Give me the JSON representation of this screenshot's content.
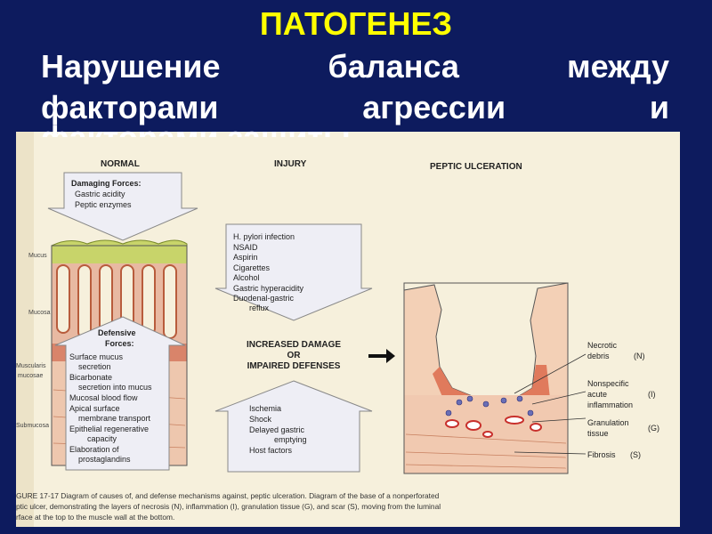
{
  "slide": {
    "title": "ПАТОГЕНЕЗ",
    "subtitle_line1": "Нарушение баланса между",
    "subtitle_line2": "факторами агрессии и",
    "subtitle_line3": "факторами защиты"
  },
  "figure": {
    "panel_normal": "NORMAL",
    "panel_injury": "INJURY",
    "panel_ulcer": "PEPTIC ULCERATION",
    "damaging_title": "Damaging Forces:",
    "damaging_items": [
      "Gastric acidity",
      "Peptic enzymes"
    ],
    "layer_labels": [
      "Mucus",
      "Mucosa",
      "Muscularis",
      "mucosae",
      "Submucosa"
    ],
    "defensive_title_1": "Defensive",
    "defensive_title_2": "Forces:",
    "defensive_items": [
      "Surface mucus",
      "secretion",
      "Bicarbonate",
      "secretion into mucus",
      "Mucosal blood flow",
      "Apical surface",
      "membrane transport",
      "Epithelial regenerative",
      "capacity",
      "Elaboration of",
      "prostaglandins"
    ],
    "injury_items": [
      "H. pylori infection",
      "NSAID",
      "Aspirin",
      "Cigarettes",
      "Alcohol",
      "Gastric hyperacidity",
      "Duodenal-gastric",
      "reflux"
    ],
    "center_line1": "INCREASED DAMAGE",
    "center_line2": "OR",
    "center_line3": "IMPAIRED DEFENSES",
    "impair_items": [
      "Ischemia",
      "Shock",
      "Delayed gastric",
      "emptying",
      "Host factors"
    ],
    "ulcer_labels": [
      {
        "text1": "Necrotic",
        "text2": "debris",
        "code": "(N)"
      },
      {
        "text1": "Nonspecific",
        "text2": "acute",
        "text3": "inflammation",
        "code": "(I)"
      },
      {
        "text1": "Granulation",
        "text2": "tissue",
        "code": "(G)"
      },
      {
        "text1": "Fibrosis",
        "code": "(S)"
      }
    ],
    "caption_line1": "GURE 17-17  Diagram of causes of, and defense mechanisms against, peptic ulceration. Diagram of the base of a nonperforated",
    "caption_line2": "ptic ulcer, demonstrating the layers of necrosis (N), inflammation (I), granulation tissue (G), and scar (S), moving from the luminal",
    "caption_line3": "rface at the top to the muscle wall at the bottom."
  },
  "colors": {
    "background": "#0d1b5e",
    "title": "#ffff00",
    "mucus": "#c8d46a",
    "mucosa": "#e8b9a2",
    "submucosa": "#eec7ae",
    "arrow_fill": "#eeeef5",
    "vessel_red": "#c8302c",
    "vessel_blue": "#6a6fb6"
  }
}
